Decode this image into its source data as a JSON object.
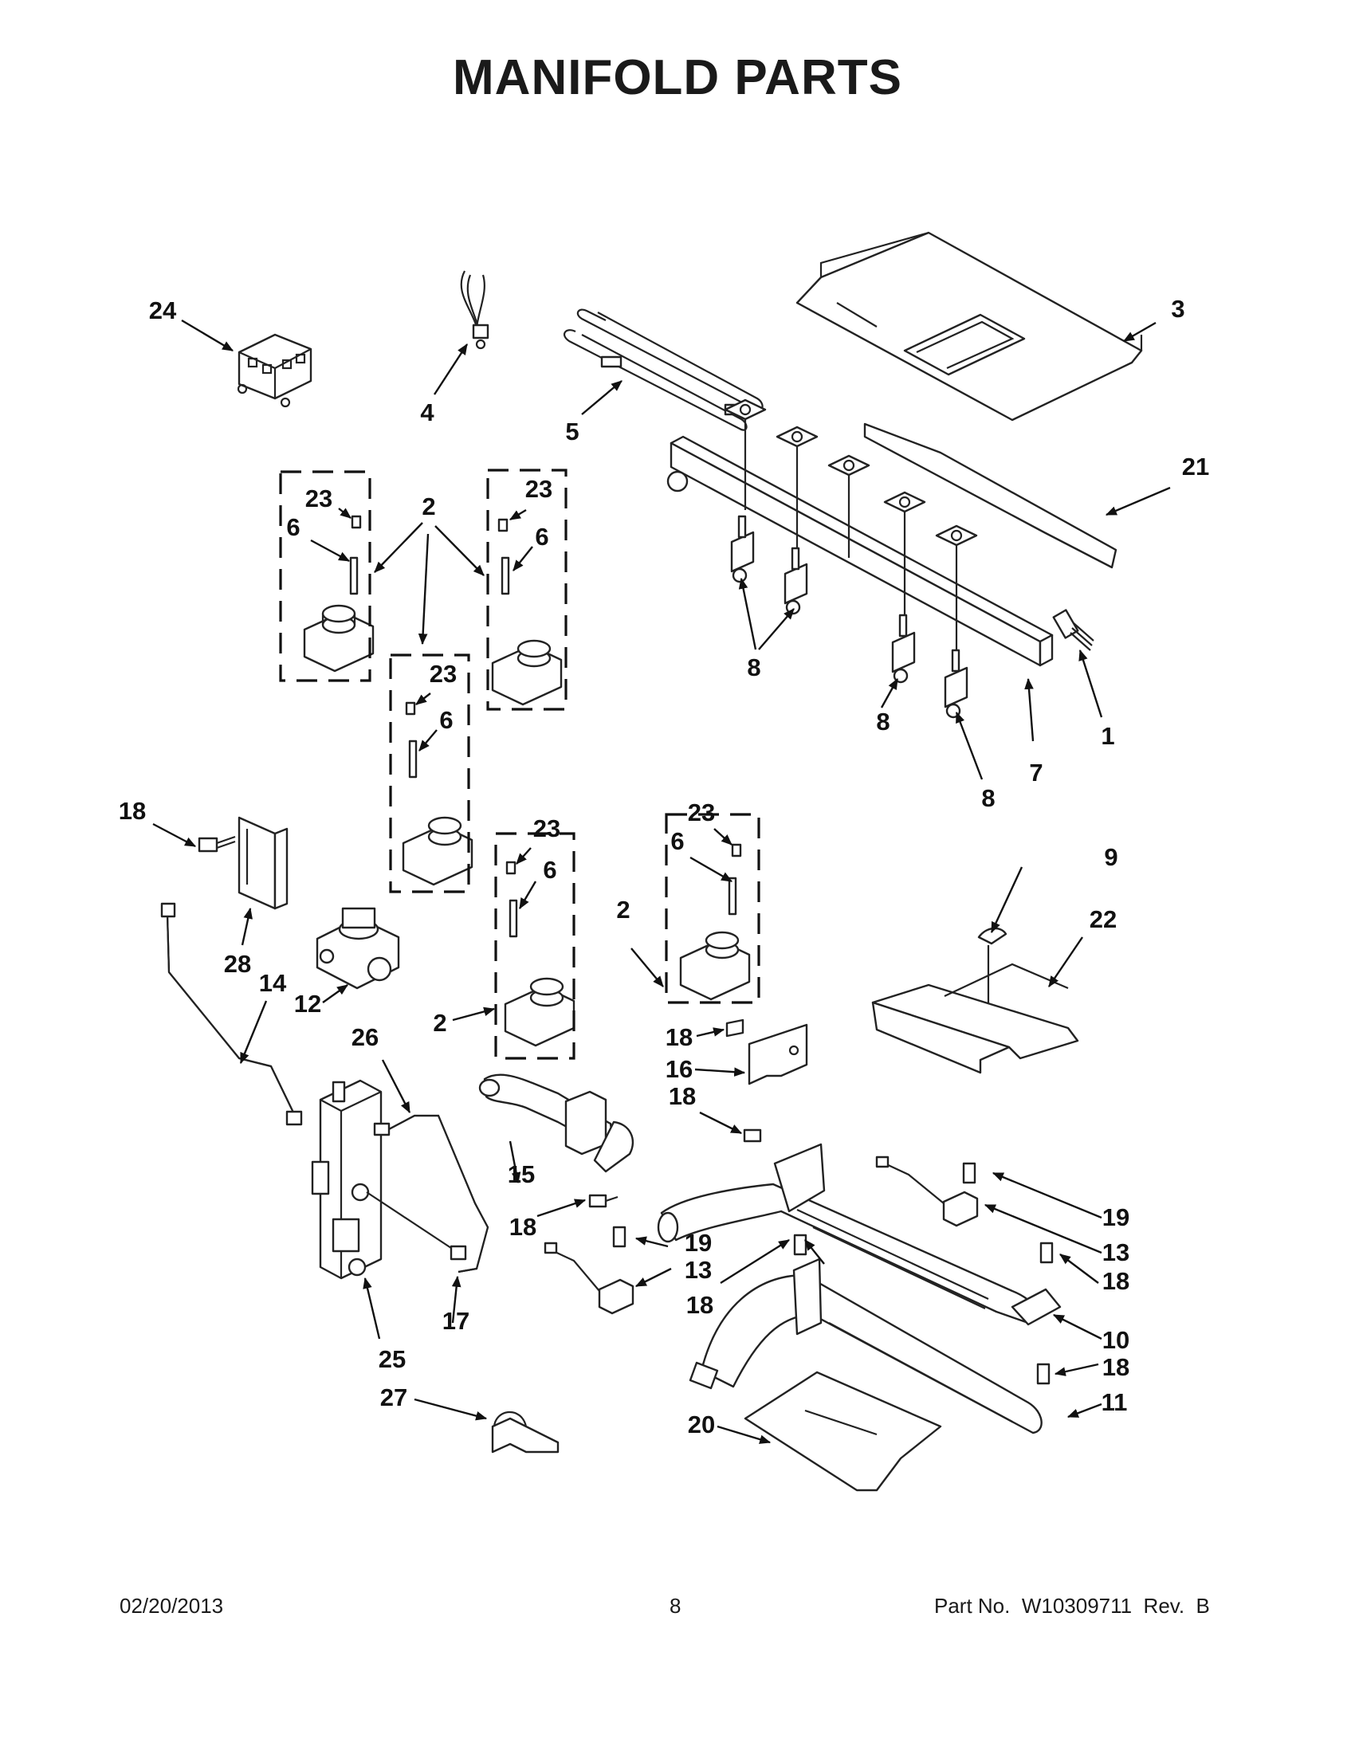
{
  "title": "MANIFOLD PARTS",
  "footer": {
    "date": "02/20/2013",
    "page": "8",
    "part_number": "Part No.  W10309711  Rev.  B"
  },
  "callouts": {
    "c1": "1",
    "c2a": "2",
    "c2b": "2",
    "c2c": "2",
    "c3": "3",
    "c4": "4",
    "c5": "5",
    "c6a": "6",
    "c6b": "6",
    "c6c": "6",
    "c6d": "6",
    "c6e": "6",
    "c7": "7",
    "c8a": "8",
    "c8b": "8",
    "c8c": "8",
    "c9": "9",
    "c10": "10",
    "c11": "11",
    "c12": "12",
    "c13a": "13",
    "c13b": "13",
    "c14": "14",
    "c15": "15",
    "c16": "16",
    "c17": "17",
    "c18a": "18",
    "c18b": "18",
    "c18c": "18",
    "c18d": "18",
    "c18e": "18",
    "c18f": "18",
    "c18g": "18",
    "c19a": "19",
    "c19b": "19",
    "c20": "20",
    "c21": "21",
    "c22": "22",
    "c23a": "23",
    "c23b": "23",
    "c23c": "23",
    "c23d": "23",
    "c23e": "23",
    "c24": "24",
    "c25": "25",
    "c26": "26",
    "c27": "27",
    "c28": "28"
  }
}
